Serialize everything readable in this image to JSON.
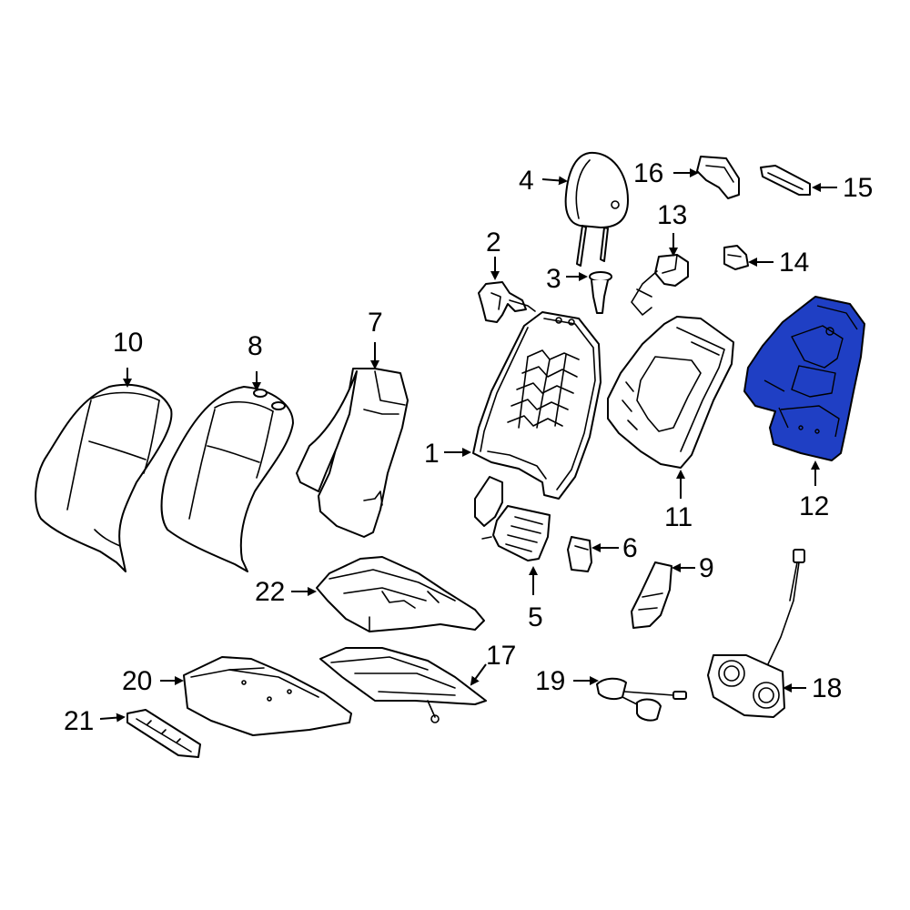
{
  "diagram": {
    "highlight_color": "#1f3fc4",
    "line_color": "#000000",
    "background": "#ffffff",
    "highlighted_part": "12",
    "callouts": {
      "c1": "1",
      "c2": "2",
      "c3": "3",
      "c4": "4",
      "c5": "5",
      "c6": "6",
      "c7": "7",
      "c8": "8",
      "c9": "9",
      "c10": "10",
      "c11": "11",
      "c12": "12",
      "c13": "13",
      "c14": "14",
      "c15": "15",
      "c16": "16",
      "c17": "17",
      "c18": "18",
      "c19": "19",
      "c20": "20",
      "c21": "21",
      "c22": "22"
    }
  }
}
